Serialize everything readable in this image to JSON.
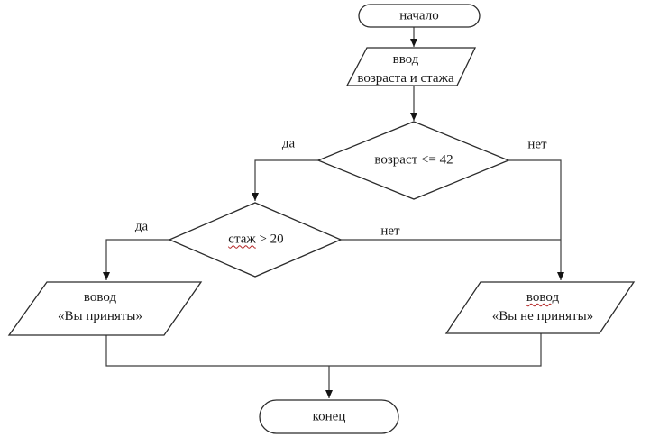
{
  "diagram_type": "flowchart",
  "language": "ru",
  "nodes": {
    "start": {
      "shape": "terminator",
      "label": "начало"
    },
    "input": {
      "shape": "io-parallelogram",
      "line1": "ввод",
      "line2": "возраста и стажа"
    },
    "decision_age": {
      "shape": "decision",
      "label": "возраст <= 42"
    },
    "decision_experience": {
      "shape": "decision",
      "label_word": "стаж",
      "label_rest": " > 20"
    },
    "output_accepted": {
      "shape": "io-parallelogram",
      "line1": "вовод",
      "line2": "«Вы приняты»"
    },
    "output_rejected": {
      "shape": "io-parallelogram",
      "line1": "вовод",
      "line2": "«Вы не приняты»"
    },
    "end": {
      "shape": "terminator",
      "label": "конец"
    }
  },
  "edge_labels": {
    "age_yes": "да",
    "age_no": "нет",
    "experience_yes": "да",
    "experience_no": "нет"
  },
  "colors": {
    "background": "#ffffff",
    "line": "#3d3d3d",
    "shape_border": "#2b2b2b",
    "text": "#1a1a1a",
    "spellcheck_underline": "#b22222"
  }
}
